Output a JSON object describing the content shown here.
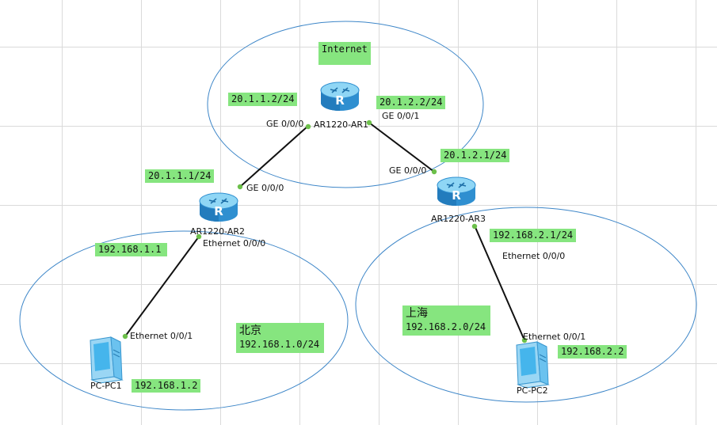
{
  "colors": {
    "grid": "#dadada",
    "area_outline": "#3d86c8",
    "link": "#111111",
    "port_dot": "#6cc04a",
    "label_bg": "#86e57f",
    "router_body": "#2f8fd0",
    "router_top": "#8fd6f5",
    "pc_screen": "#45b5ec"
  },
  "areas": {
    "internet": "Internet",
    "beijing": {
      "name": "北京",
      "network": "192.168.1.0/24"
    },
    "shanghai": {
      "name": "上海",
      "network": "192.168.2.0/24"
    }
  },
  "devices": {
    "ar1": {
      "name": "AR1220-AR1",
      "icon": "router-icon"
    },
    "ar2": {
      "name": "AR1220-AR2",
      "icon": "router-icon"
    },
    "ar3": {
      "name": "AR1220-AR3",
      "icon": "router-icon"
    },
    "pc1": {
      "name": "PC-PC1",
      "icon": "pc-icon"
    },
    "pc2": {
      "name": "PC-PC2",
      "icon": "pc-icon"
    }
  },
  "ports": {
    "ar1_g000": "GE 0/0/0",
    "ar1_g001": "GE 0/0/1",
    "ar2_g000": "GE 0/0/0",
    "ar2_e000": "Ethernet 0/0/0",
    "ar3_g000": "GE 0/0/0",
    "ar3_e000": "Ethernet 0/0/0",
    "pc1_e001": "Ethernet 0/0/1",
    "pc2_e001": "Ethernet 0/0/1"
  },
  "ips": {
    "ar1_g000": "20.1.1.2/24",
    "ar1_g001": "20.1.2.2/24",
    "ar2_g000": "20.1.1.1/24",
    "ar3_g000": "20.1.2.1/24",
    "ar2_e000": "192.168.1.1",
    "ar3_e000": "192.168.2.1/24",
    "pc1": "192.168.1.2",
    "pc2": "192.168.2.2"
  }
}
